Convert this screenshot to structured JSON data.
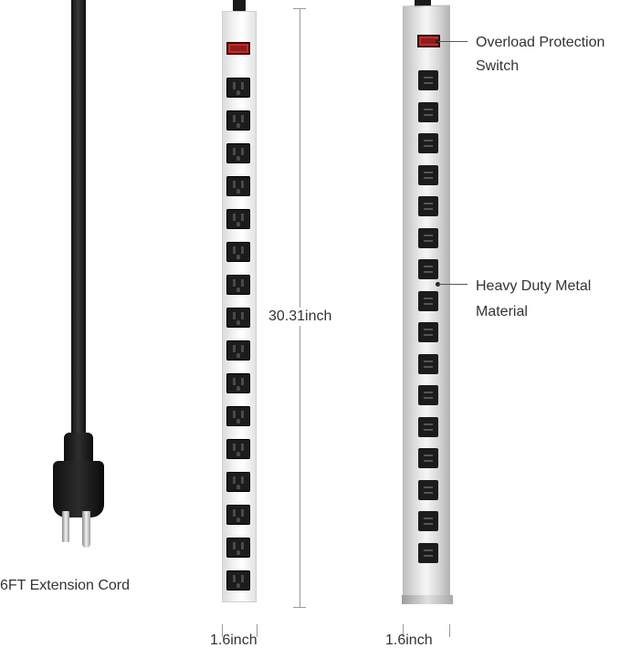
{
  "labels": {
    "extension_cord": "6FT Extension Cord",
    "height_dimension": "30.31inch",
    "width_dimension_front": "1.6inch",
    "width_dimension_side": "1.6inch",
    "switch_callout_line1": "Overload Protection",
    "switch_callout_line2": "Switch",
    "material_callout_line1": "Heavy Duty Metal",
    "material_callout_line2": "Material"
  },
  "product": {
    "outlet_count": 16,
    "colors": {
      "cord": "#111111",
      "strip_body": "#f0f0f0",
      "outlet": "#1c1c1c",
      "switch": "#c62a2a"
    }
  }
}
